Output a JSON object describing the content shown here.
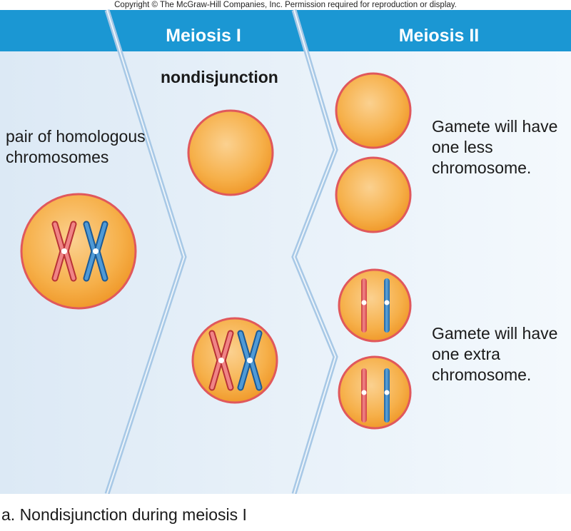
{
  "copyright": "Copyright © The McGraw-Hill Companies, Inc. Permission required for reproduction or display.",
  "headers": {
    "meiosis1": "Meiosis I",
    "meiosis2": "Meiosis II"
  },
  "labels": {
    "nondisjunction": "nondisjunction",
    "pair": "pair of homologous chromosomes",
    "gamete_less": "Gamete will have one less chromosome.",
    "gamete_extra": "Gamete will have one extra chromosome."
  },
  "caption": "a. Nondisjunction during meiosis I",
  "colors": {
    "header_blue": "#1b97d3",
    "panel_light": "#eef5fb",
    "cell_fill": "#f5ae3c",
    "cell_border": "#e0585c",
    "chromosome_red": "#e35a5c",
    "chromosome_blue": "#2b7bbf"
  }
}
